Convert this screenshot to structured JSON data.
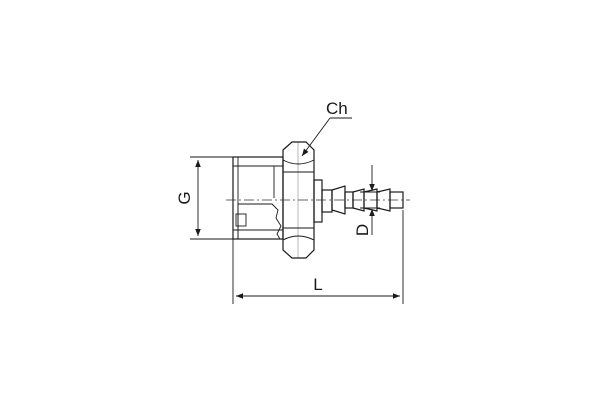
{
  "drawing": {
    "labels": {
      "hex_size": "Ch",
      "thread_size": "G",
      "hose_diameter": "D",
      "overall_length": "L"
    }
  }
}
